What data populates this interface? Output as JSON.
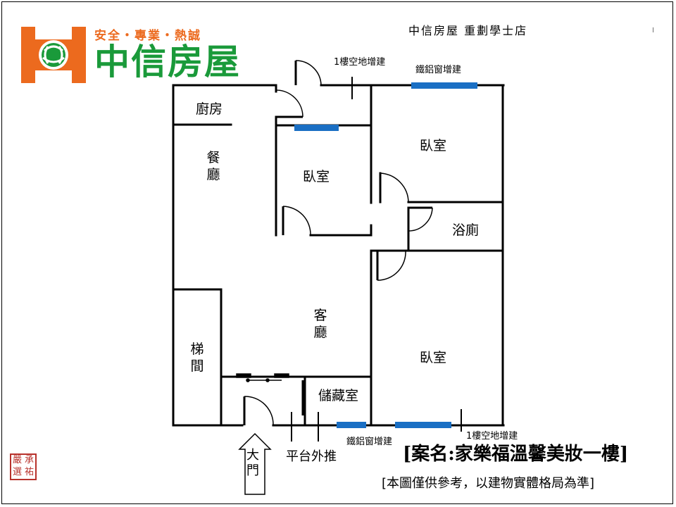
{
  "logo": {
    "slogan": "安全・專業・熱誠",
    "name": "中信房屋",
    "orange": "#ec6a1e",
    "green": "#1a9a3a"
  },
  "header": {
    "store_name": "中信房屋 重劃學士店"
  },
  "rooms": {
    "kitchen": "廚房",
    "dining": "餐廳",
    "bedroom_small": "臥室",
    "bedroom_top_right": "臥室",
    "bathroom": "浴廁",
    "living": "客廳",
    "stairs": "梯間",
    "storage": "儲藏室",
    "bedroom_bottom_right": "臥室"
  },
  "annotations": {
    "top_extension": "1樓空地增建",
    "top_window": "鐵鋁窗增建",
    "bottom_window": "鐵鋁窗增建",
    "bottom_extension": "1樓空地增建",
    "platform": "平台外推",
    "main_door": "大門"
  },
  "case_title": "[案名:家樂福溫馨美妝一樓]",
  "disclaimer": "[本圖僅供參考，以建物實體格局為準]",
  "seal_text": [
    "嚴",
    "承",
    "選",
    "祐"
  ],
  "colors": {
    "window": "#1a6fc4",
    "wall": "#000000",
    "seal": "#b8322c"
  }
}
